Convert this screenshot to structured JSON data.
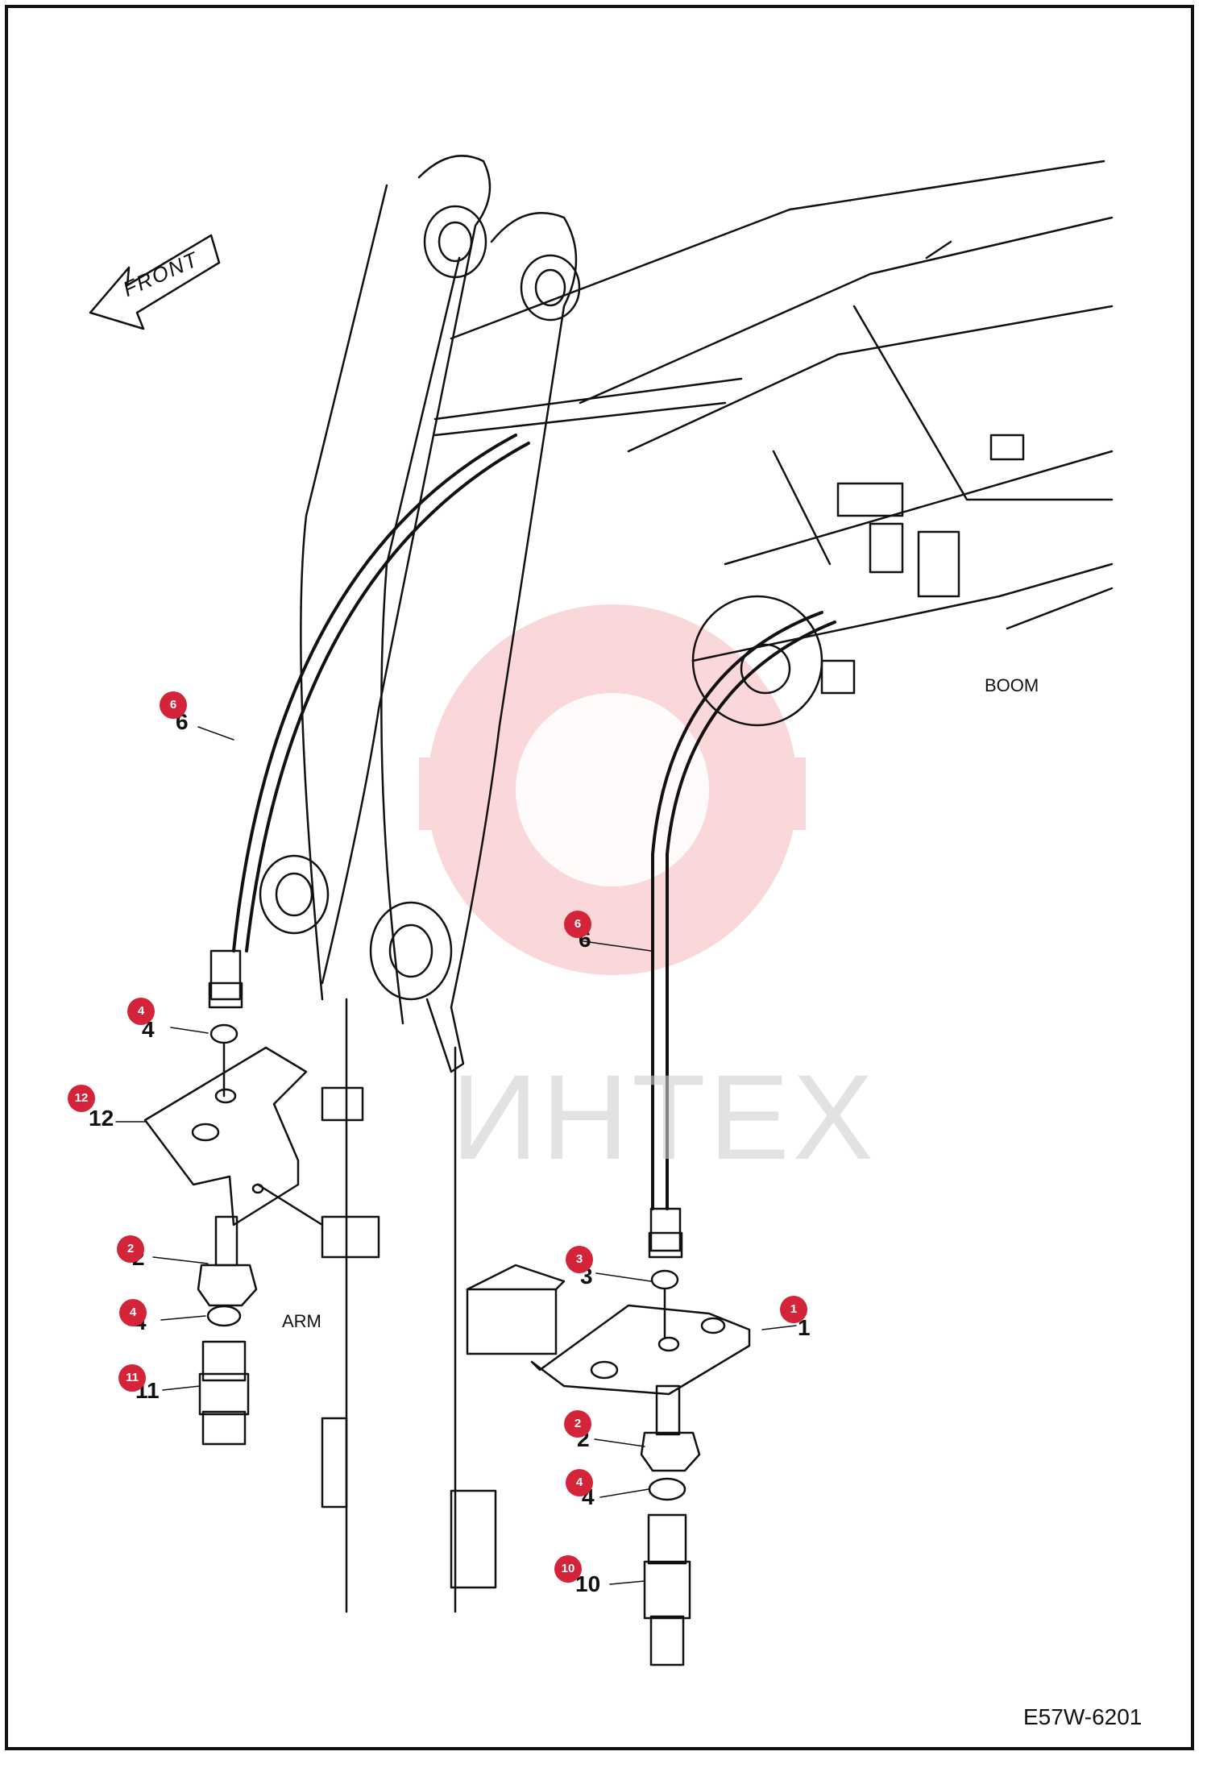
{
  "drawing_code": "E57W-6201",
  "direction_label": "FRONT",
  "section_labels": {
    "boom": "BOOM",
    "arm": "ARM"
  },
  "watermark": "ИНТЕХ",
  "colors": {
    "callout": "#d4243a",
    "line": "#111111",
    "watermark": "#f2a8ac"
  },
  "parts": [
    {
      "id": "1",
      "text": "1"
    },
    {
      "id": "2",
      "text": "2"
    },
    {
      "id": "3",
      "text": "3"
    },
    {
      "id": "4",
      "text": "4"
    },
    {
      "id": "6",
      "text": "6"
    },
    {
      "id": "10",
      "text": "10"
    },
    {
      "id": "11",
      "text": "11"
    },
    {
      "id": "12",
      "text": "12"
    }
  ]
}
